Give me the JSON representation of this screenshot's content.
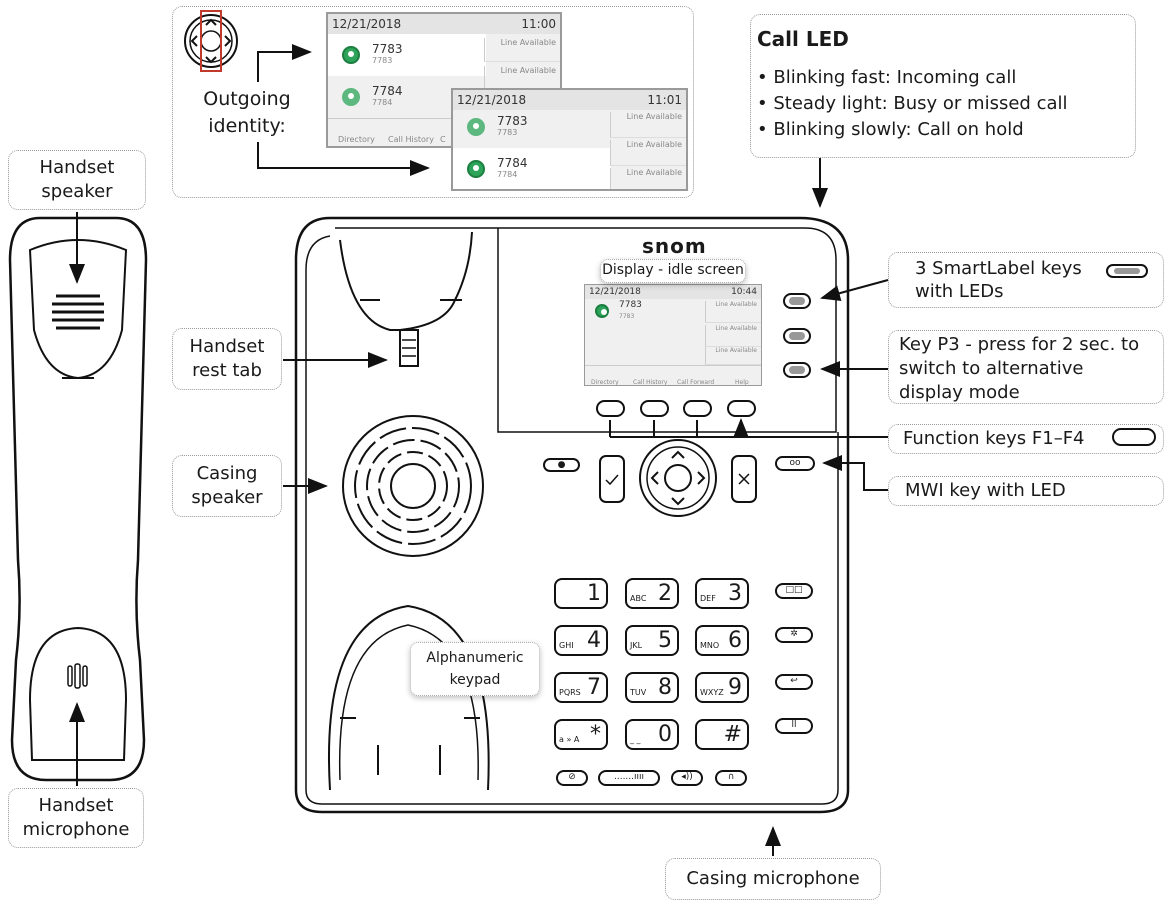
{
  "outgoing_identity": {
    "label": "Outgoing\nidentity:",
    "screen1": {
      "date": "12/21/2018",
      "time": "11:00",
      "lines": [
        {
          "name": "7783",
          "sub": "7783"
        },
        {
          "name": "7784",
          "sub": "7784"
        }
      ],
      "side": [
        "Line Available",
        "Line Available"
      ],
      "softkeys": [
        "Directory",
        "Call History",
        "C"
      ]
    },
    "screen2": {
      "date": "12/21/2018",
      "time": "11:01",
      "lines": [
        {
          "name": "7783",
          "sub": "7783"
        },
        {
          "name": "7784",
          "sub": "7784"
        }
      ],
      "side": [
        "Line Available",
        "Line Available",
        "Line Available"
      ]
    }
  },
  "call_led": {
    "title": "Call LED",
    "items": [
      "Blinking fast:  Incoming call",
      "Steady light:  Busy or missed call",
      "Blinking slowly:  Call on hold"
    ]
  },
  "labels": {
    "handset_speaker": "Handset speaker",
    "handset_microphone": "Handset microphone",
    "handset_rest_tab": "Handset rest tab",
    "casing_speaker": "Casing speaker",
    "smartlabel": "3 SmartLabel keys with LEDs",
    "p3": "Key P3 - press for 2 sec. to switch to alternative display mode",
    "function_keys": "Function keys F1–F4",
    "mwi": "MWI key with LED",
    "casing_microphone": "Casing microphone",
    "display_idle": "Display - idle screen",
    "keypad": "Alphanumeric keypad"
  },
  "phone": {
    "brand": "snom",
    "display": {
      "date": "12/21/2018",
      "time": "10:44",
      "line": {
        "name": "7783",
        "sub": "7783"
      },
      "side": [
        "Line Available",
        "Line Available",
        "Line Available"
      ],
      "softkeys": [
        "Directory",
        "Call History",
        "Call Forward",
        "Help"
      ]
    },
    "keypad": [
      {
        "digit": "1",
        "sub": ""
      },
      {
        "digit": "2",
        "sub": "ABC"
      },
      {
        "digit": "3",
        "sub": "DEF"
      },
      {
        "digit": "4",
        "sub": "GHI"
      },
      {
        "digit": "5",
        "sub": "JKL"
      },
      {
        "digit": "6",
        "sub": "MNO"
      },
      {
        "digit": "7",
        "sub": "PQRS"
      },
      {
        "digit": "8",
        "sub": "TUV"
      },
      {
        "digit": "9",
        "sub": "WXYZ"
      },
      {
        "digit": "*",
        "sub": "a » A"
      },
      {
        "digit": "0",
        "sub": "_ _"
      },
      {
        "digit": "#",
        "sub": ""
      }
    ]
  },
  "colors": {
    "avatar": "#2ea35a",
    "highlight": "#c0392b",
    "outline": "#111111"
  }
}
